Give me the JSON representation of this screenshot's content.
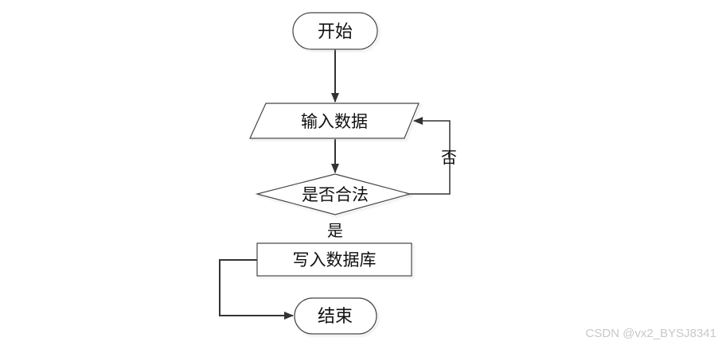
{
  "flowchart": {
    "start": "开始",
    "input": "输入数据",
    "decision": "是否合法",
    "no_label": "否",
    "yes_label": "是",
    "write": "写入数据库",
    "end": "结束"
  },
  "watermark": "CSDN @vx2_BYSJ8341"
}
